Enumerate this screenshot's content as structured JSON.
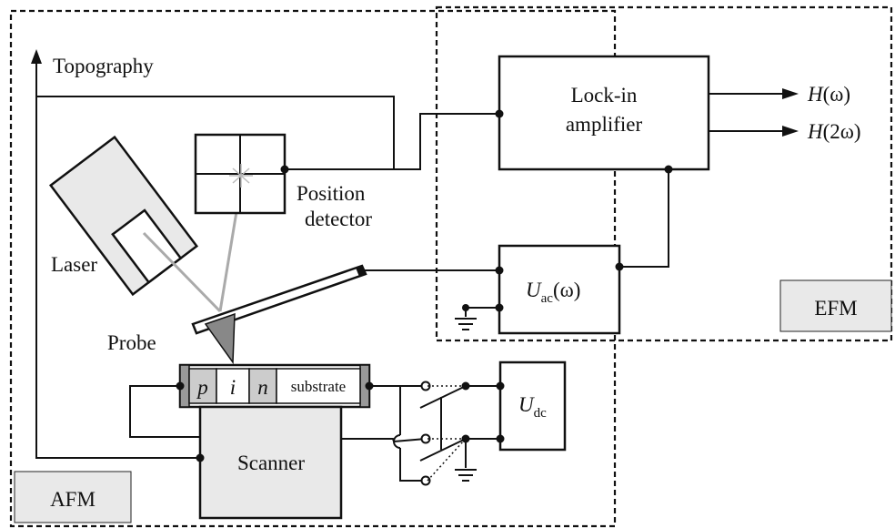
{
  "regions": {
    "afm_label": "AFM",
    "efm_label": "EFM"
  },
  "labels": {
    "topography": "Topography",
    "laser": "Laser",
    "position_detector_line1": "Position",
    "position_detector_line2": "detector",
    "probe": "Probe",
    "scanner": "Scanner"
  },
  "lockin": {
    "line1": "Lock-in",
    "line2": "amplifier"
  },
  "outputs": {
    "h1_italic": "H",
    "h1_arg": "(ω)",
    "h2_italic": "H",
    "h2_arg": "(2ω)"
  },
  "uac": {
    "symbol": "U",
    "sub": "ac",
    "arg": "(ω)"
  },
  "udc": {
    "symbol": "U",
    "sub": "dc"
  },
  "sample": {
    "layer_p": "p",
    "layer_i": "i",
    "layer_n": "n",
    "substrate": "substrate"
  }
}
